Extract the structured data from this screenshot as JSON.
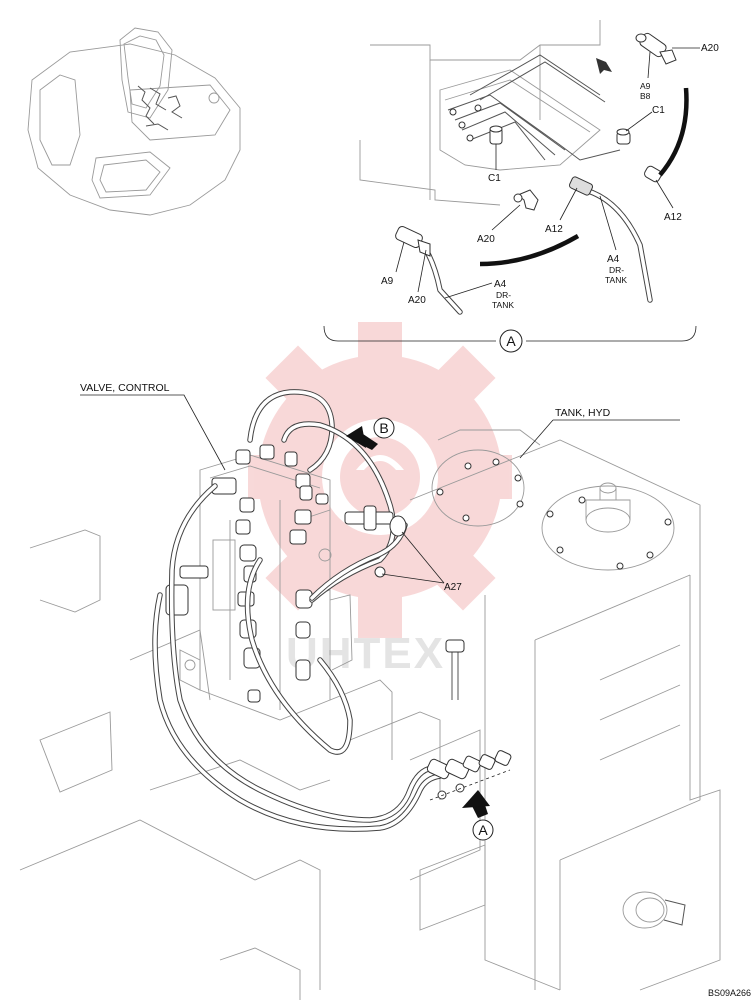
{
  "labels": {
    "valve_control": "VALVE, CONTROL",
    "tank_hyd": "TANK, HYD",
    "a27": "A27",
    "ref_code": "BS09A266",
    "watermark": "UHTEX"
  },
  "callouts": {
    "a_detail": "A",
    "b_view": "B",
    "a_view": "A"
  },
  "detail_a": {
    "a20_top": "A20",
    "a9": "A9",
    "b8": "B8",
    "c1_right": "C1",
    "c1_left": "C1",
    "a12_right": "A12",
    "a12_mid": "A12",
    "a20_mid": "A20",
    "a4_right": "A4",
    "drtank_right_1": "DR-",
    "drtank_right_2": "TANK",
    "a9_left": "A9",
    "a20_left": "A20",
    "a4_left": "A4",
    "drtank_left_1": "DR-",
    "drtank_left_2": "TANK"
  },
  "colors": {
    "watermark": "#f3b9b9",
    "line": "#9a9a9a",
    "ink": "#222222"
  }
}
